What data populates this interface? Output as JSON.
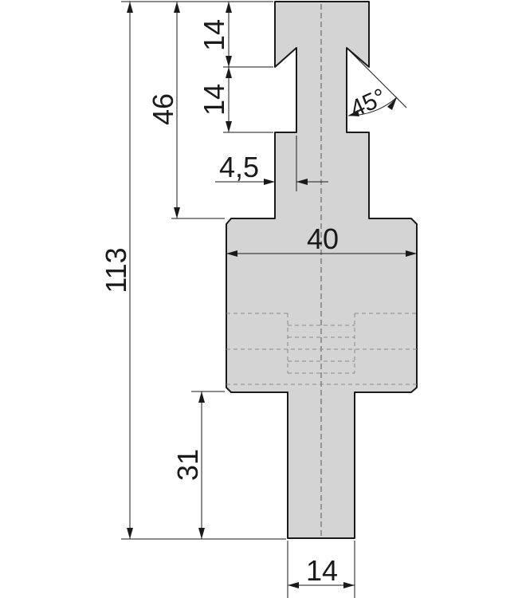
{
  "dimensions": {
    "overall_height": "113",
    "upper_section_height": "46",
    "top_to_groove": "14",
    "groove_height": "14",
    "groove_depth": "4,5",
    "groove_angle": "45°",
    "body_width": "40",
    "shank_height": "31",
    "shank_width": "14"
  },
  "colors": {
    "part_fill": "#d4d4d4",
    "outline": "#1a1a1a"
  }
}
